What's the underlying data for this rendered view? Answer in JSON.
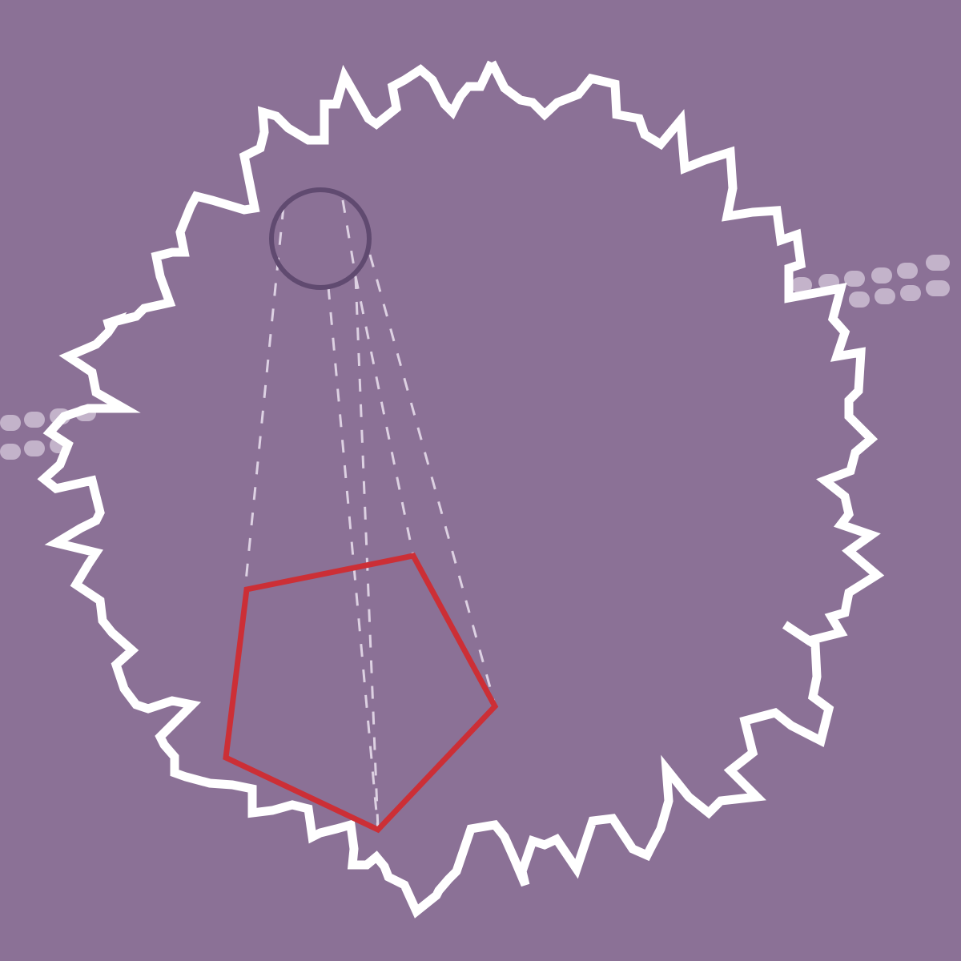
{
  "colors": {
    "background": "#8b7196",
    "spiky_outline": "#ffffff",
    "pentagon_stroke": "#cc2f36",
    "circle_stroke": "#604a70",
    "dashed_lines": "#e6dceb",
    "dot_pattern": "#d2c4d7"
  },
  "shapes": {
    "spiky_outline": "spiky-closed-shape",
    "pentagon": "regular-pentagon",
    "small_circle": "circle",
    "guide_lines": "dashed-projection-lines",
    "dot_rows": "rounded-dot-pattern"
  }
}
